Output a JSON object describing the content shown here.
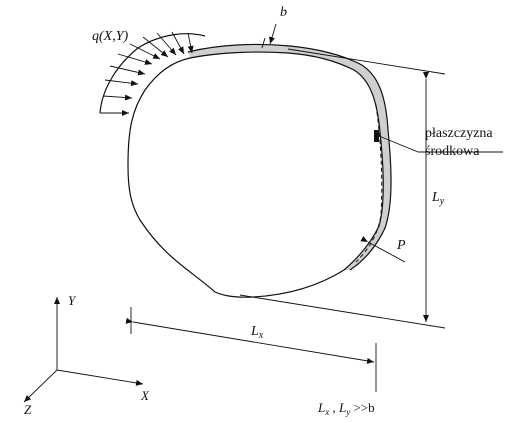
{
  "load_label": "q(X,Y)",
  "thickness_label": "b",
  "midplane_label_line1": "płaszczyzna",
  "midplane_label_line2": "środkowa",
  "dim_y_label": "L",
  "dim_y_sub": "y",
  "dim_x_label": "L",
  "dim_x_sub": "x",
  "point_label": "P",
  "axis_y": "Y",
  "axis_x": "X",
  "axis_z": "Z",
  "condition_Lx": "L",
  "condition_Lx_sub": "x",
  "condition_sep": " , ",
  "condition_Ly": "L",
  "condition_Ly_sub": "y",
  "condition_rest": " >>b",
  "colors": {
    "ink": "#111111",
    "plate_fill": "#cfcfcf"
  }
}
